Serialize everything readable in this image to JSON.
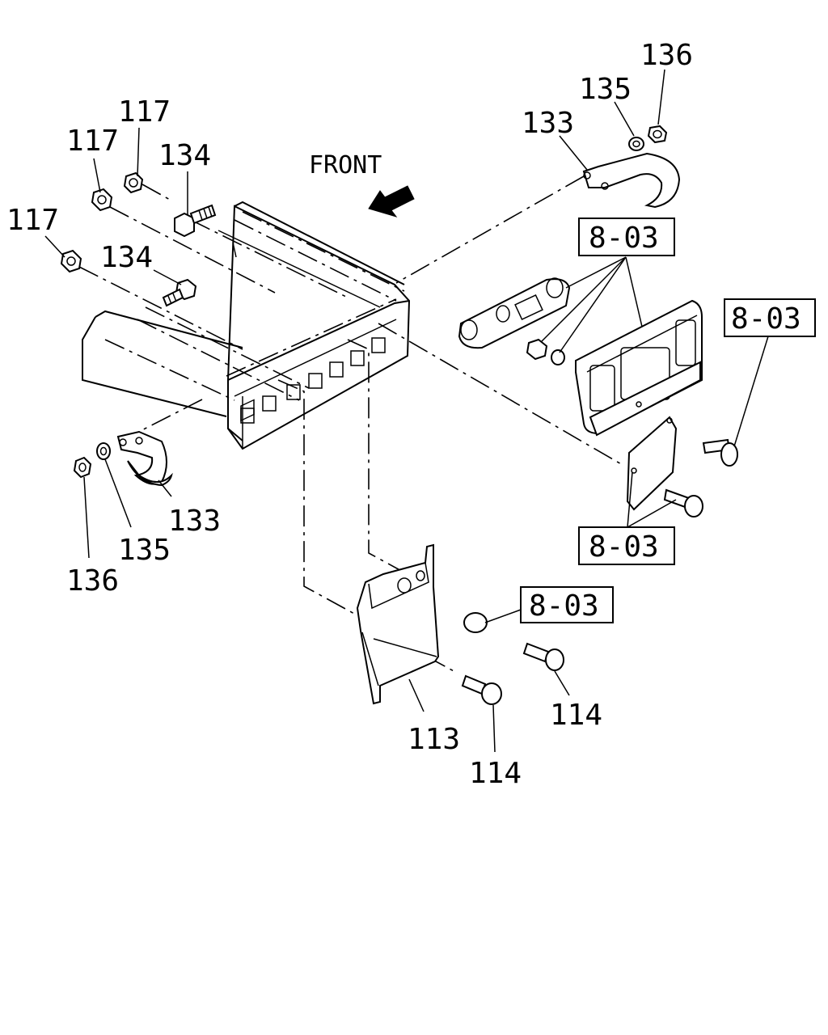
{
  "diagram": {
    "front_label": "FRONT",
    "callouts": {
      "c136_top": "136",
      "c135_top": "135",
      "c133_top": "133",
      "c117_a": "117",
      "c117_b": "117",
      "c134_a": "134",
      "c117_c": "117",
      "c134_b": "134",
      "ref_803_a": "8-03",
      "ref_803_b": "8-03",
      "ref_803_c": "8-03",
      "ref_803_d": "8-03",
      "c133_bottom": "133",
      "c135_bottom": "135",
      "c136_bottom": "136",
      "c113": "113",
      "c114_a": "114",
      "c114_b": "114"
    }
  }
}
